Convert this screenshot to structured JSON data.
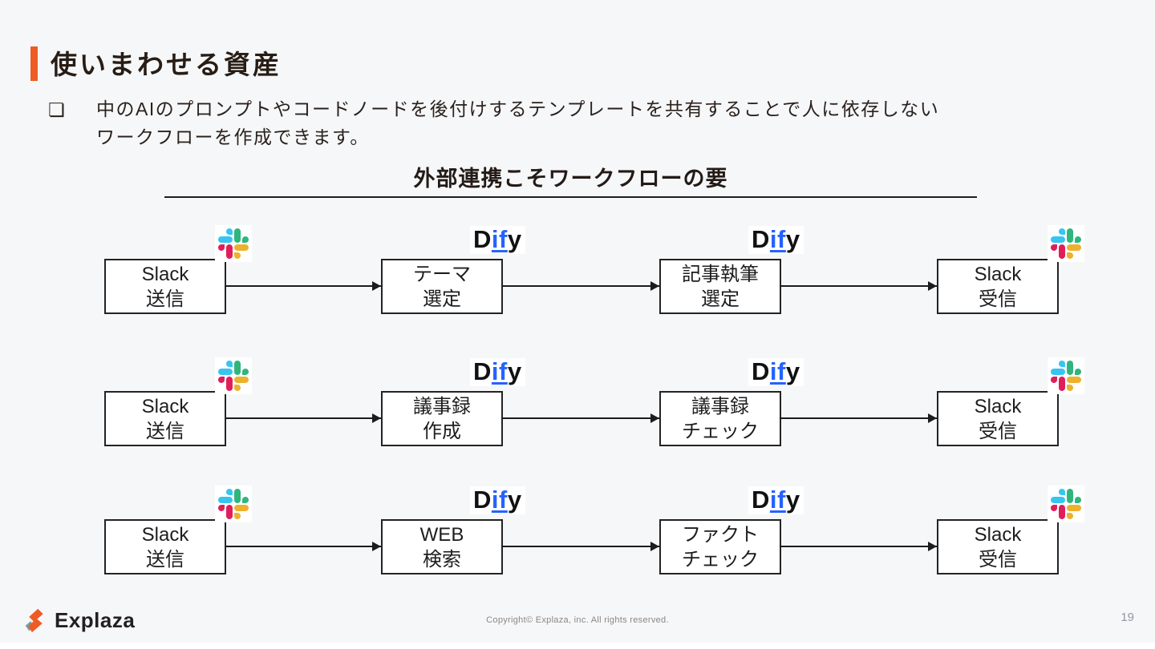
{
  "slide": {
    "title": "使いまわせる資産",
    "bullet": {
      "glyph": "❏",
      "line1": "中のAIのプロンプトやコードノードを後付けするテンプレートを共有することで人に依存しない",
      "line2": "ワークフローを作成できます。"
    },
    "diagram_heading": "外部連携こそワークフローの要"
  },
  "dify_logo": {
    "d": "D",
    "if": "if",
    "y": "y"
  },
  "workflows": [
    {
      "steps": [
        {
          "line1": "Slack",
          "line2": "送信",
          "logo": "slack"
        },
        {
          "line1": "テーマ",
          "line2": "選定",
          "logo": "dify"
        },
        {
          "line1": "記事執筆",
          "line2": "選定",
          "logo": "dify"
        },
        {
          "line1": "Slack",
          "line2": "受信",
          "logo": "slack"
        }
      ]
    },
    {
      "steps": [
        {
          "line1": "Slack",
          "line2": "送信",
          "logo": "slack"
        },
        {
          "line1": "議事録",
          "line2": "作成",
          "logo": "dify"
        },
        {
          "line1": "議事録",
          "line2": "チェック",
          "logo": "dify"
        },
        {
          "line1": "Slack",
          "line2": "受信",
          "logo": "slack"
        }
      ]
    },
    {
      "steps": [
        {
          "line1": "Slack",
          "line2": "送信",
          "logo": "slack"
        },
        {
          "line1": "WEB",
          "line2": "検索",
          "logo": "dify"
        },
        {
          "line1": "ファクト",
          "line2": "チェック",
          "logo": "dify"
        },
        {
          "line1": "Slack",
          "line2": "受信",
          "logo": "slack"
        }
      ]
    }
  ],
  "footer": {
    "brand": "Explaza",
    "copyright": "Copyright© Explaza, inc. All rights reserved.",
    "page_number": "19"
  },
  "colors": {
    "accent_orange": "#EF5B25",
    "dify_blue": "#2563FF",
    "slack_blue": "#36C5F0",
    "slack_green": "#2EB67D",
    "slack_red": "#E01E5A",
    "slack_yellow": "#ECB22E"
  }
}
